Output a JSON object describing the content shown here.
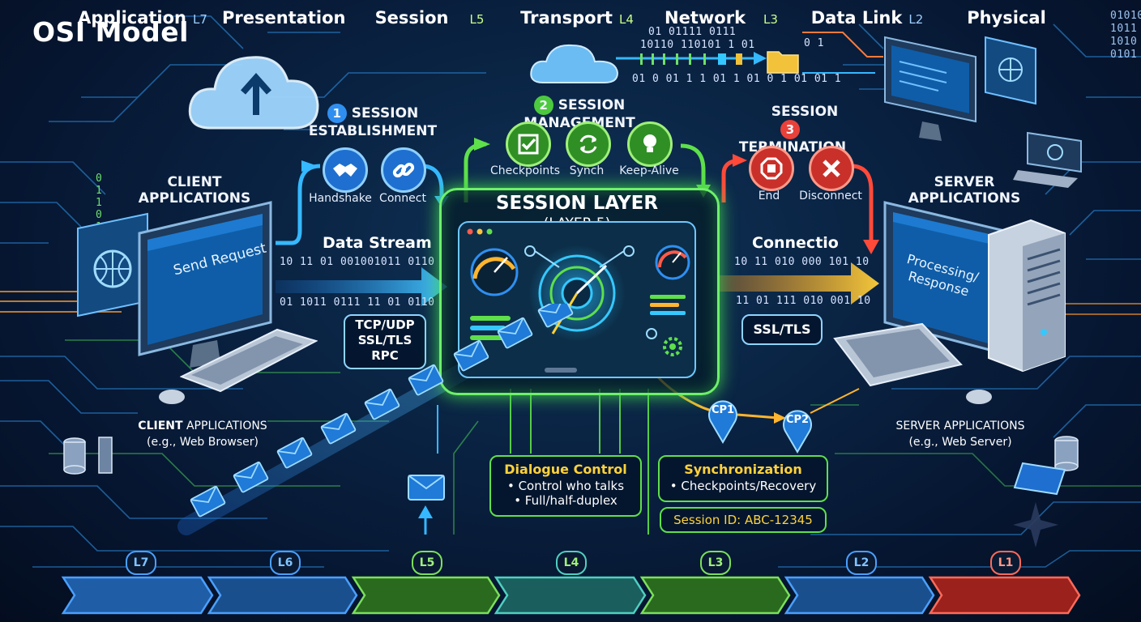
{
  "title": "OSI Model",
  "steps": [
    {
      "num": "1",
      "label_line1": "SESSION",
      "label_line2": "ESTABLISHMENT",
      "color": "#2f8ff0",
      "actions": [
        {
          "label": "Handshake",
          "icon": "handshake-icon"
        },
        {
          "label": "Connect",
          "icon": "link-icon"
        }
      ]
    },
    {
      "num": "2",
      "label_line1": "SESSION MANAGEMENT",
      "label_line2": "",
      "color": "#4cc93f",
      "actions": [
        {
          "label": "Checkpoints",
          "icon": "checkbox-icon"
        },
        {
          "label": "Synch",
          "icon": "sync-icon"
        },
        {
          "label": "Keep-Alive",
          "icon": "lightbulb-icon"
        }
      ]
    },
    {
      "num": "3",
      "label_line1": "SESSION",
      "label_line2": "TERMINATION",
      "color": "#e8413a",
      "actions": [
        {
          "label": "End",
          "icon": "stop-icon"
        },
        {
          "label": "Disconnect",
          "icon": "x-icon"
        }
      ]
    }
  ],
  "client": {
    "title_line1": "CLIENT",
    "title_line2": "APPLICATIONS",
    "screen_text": "Send Request",
    "caption_line1_a": "CLIENT",
    "caption_line1_b": " APPLICATIONS",
    "caption_line2": "(e.g., Web Browser)"
  },
  "server": {
    "title_line1": "SERVER",
    "title_line2": "APPLICATIONS",
    "screen_text_line1": "Processing/",
    "screen_text_line2": "Response",
    "caption_line1": "SERVER APPLICATIONS",
    "caption_line2": "(e.g., Web Server)"
  },
  "data_stream": {
    "label": "Data Stream",
    "bits_top": "10 11 01 001001011 0110",
    "bits_bottom": "01 1011 0111 11 01 0110"
  },
  "connection": {
    "label": "Connectio",
    "bits_top": "10 11 010 000 101 10",
    "bits_bottom": "11 01 111 010 001 10"
  },
  "top_bits": {
    "row1": "01 01111  0111",
    "row2": "10110  110101  1 01",
    "row4": "01 0 01 1 1 01  1 01 0  1 01 01 1",
    "right": "0 1"
  },
  "corner_bits": {
    "top_right": "01010\n1011\n1010\n0101",
    "left_col": "0\n1\n1\n0\n1\n1"
  },
  "protocols_left": [
    "TCP/UDP",
    "SSL/TLS",
    "RPC"
  ],
  "protocols_right": "SSL/TLS",
  "session_layer": {
    "title": "SESSION LAYER",
    "subtitle": "(LAYER 5)"
  },
  "checkpoints": [
    "CP1",
    "CP2"
  ],
  "dialogue": {
    "title": "Dialogue Control",
    "items": [
      "• Control who talks",
      "• Full/half-duplex"
    ]
  },
  "sync": {
    "title": "Synchronization",
    "item": "• Checkpoints/Recovery",
    "session_id": "Session ID: ABC-12345"
  },
  "layers": [
    {
      "name": "Application",
      "tag": "L7",
      "badge": "L7",
      "color": "#2b72c9",
      "border": "#4aa0ff"
    },
    {
      "name": "Presentation",
      "tag": "",
      "badge": "L6",
      "color": "#1f5da6",
      "border": "#4aa0ff"
    },
    {
      "name": "Session",
      "tag": "L5",
      "badge": "L5",
      "color": "#2f7a26",
      "border": "#7be05a"
    },
    {
      "name": "Transport",
      "tag": "L4",
      "badge": "L4",
      "color": "#1c6a6a",
      "border": "#4fd0c0"
    },
    {
      "name": "Network",
      "tag": "L3",
      "badge": "L3",
      "color": "#2b6e1e",
      "border": "#7be05a"
    },
    {
      "name": "Data Link",
      "tag": "L2",
      "badge": "L2",
      "color": "#1f5da6",
      "border": "#4aa0ff"
    },
    {
      "name": "Physical",
      "tag": "",
      "badge": "L1",
      "color": "#a3231e",
      "border": "#ff6a5a"
    }
  ],
  "colors": {
    "accent_blue": "#35b8ff",
    "accent_green": "#5ee04a",
    "accent_orange": "#ffb52e",
    "accent_red": "#ff4a3a"
  }
}
